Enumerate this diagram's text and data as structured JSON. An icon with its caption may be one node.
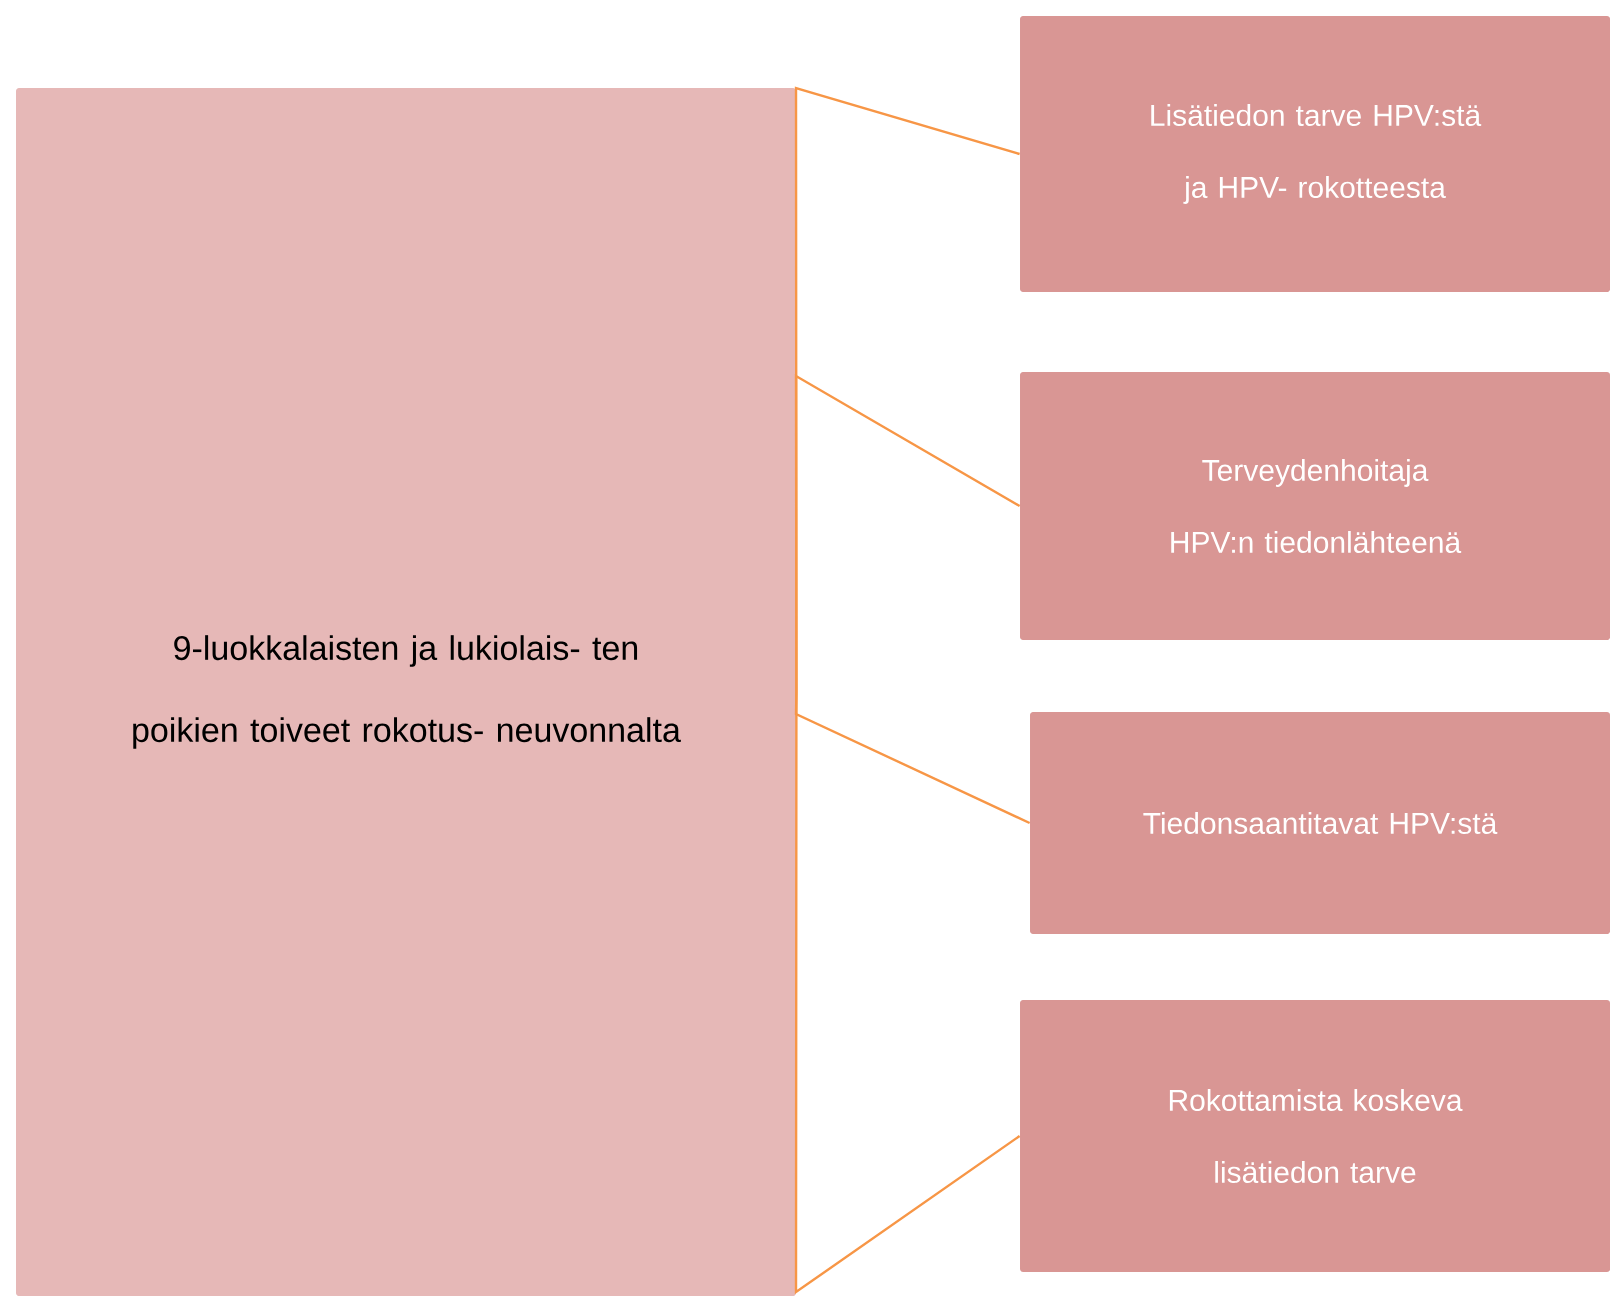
{
  "diagram": {
    "nodes": [
      {
        "text": [
          "9-luokkalaisten ja lukiolais- ten poikien toiveet rokotus- neuvonnalta"
        ]
      },
      {
        "text": [
          "Lisätiedon tarve HPV:stä ja HPV- rokotteesta"
        ]
      },
      {
        "text": [
          "Terveydenhoitaja HPV:n tiedonlähteenä"
        ]
      },
      {
        "text": [
          "Tiedonsaantitavat HPV:stä"
        ]
      },
      {
        "text": [
          "Rokottamista koskeva lisätiedon tarve"
        ]
      }
    ],
    "edges": [
      {
        "from": 0,
        "to": 1,
        "arrow": "none",
        "color": "#f79646"
      },
      {
        "from": 0,
        "to": 2,
        "arrow": "none",
        "color": "#f79646"
      },
      {
        "from": 0,
        "to": 3,
        "arrow": "none",
        "color": "#f79646"
      },
      {
        "from": 0,
        "to": 4,
        "arrow": "none",
        "color": "#f79646"
      }
    ]
  }
}
